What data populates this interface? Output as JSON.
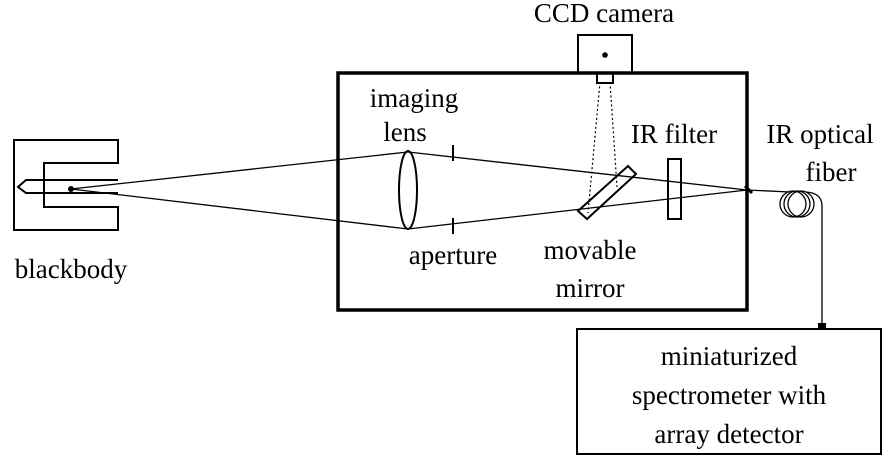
{
  "labels": {
    "ccd_camera": "CCD camera",
    "imaging": "imaging",
    "lens": "lens",
    "ir_filter": "IR filter",
    "ir_optical": "IR optical",
    "fiber": "fiber",
    "blackbody": "blackbody",
    "aperture": "aperture",
    "movable": "movable",
    "mirror": "mirror",
    "spectrometer_line1": "miniaturized",
    "spectrometer_line2": "spectrometer with",
    "spectrometer_line3": "array detector"
  }
}
